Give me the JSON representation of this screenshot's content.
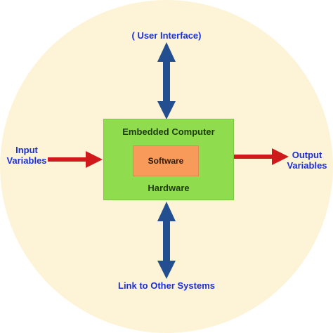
{
  "diagram": {
    "top_label": "( User Interface)",
    "bottom_label": "Link to Other Systems",
    "input_label_line1": "Input",
    "input_label_line2": "Variables",
    "output_label_line1": "Output",
    "output_label_line2": "Variables",
    "box_title": "Embedded Computer",
    "inner_label": "Software",
    "box_footer": "Hardware"
  },
  "colors": {
    "background_circle": "#fdf4d8",
    "hardware_box": "#8fdd4e",
    "software_box": "#f79a5a",
    "vertical_arrows": "#234f91",
    "horizontal_arrows": "#d0191b",
    "label_text": "#1a2fd6"
  },
  "icons": {
    "top_connector": "double-headed-arrow",
    "bottom_connector": "double-headed-arrow",
    "input_connector": "right-arrow",
    "output_connector": "right-arrow"
  }
}
